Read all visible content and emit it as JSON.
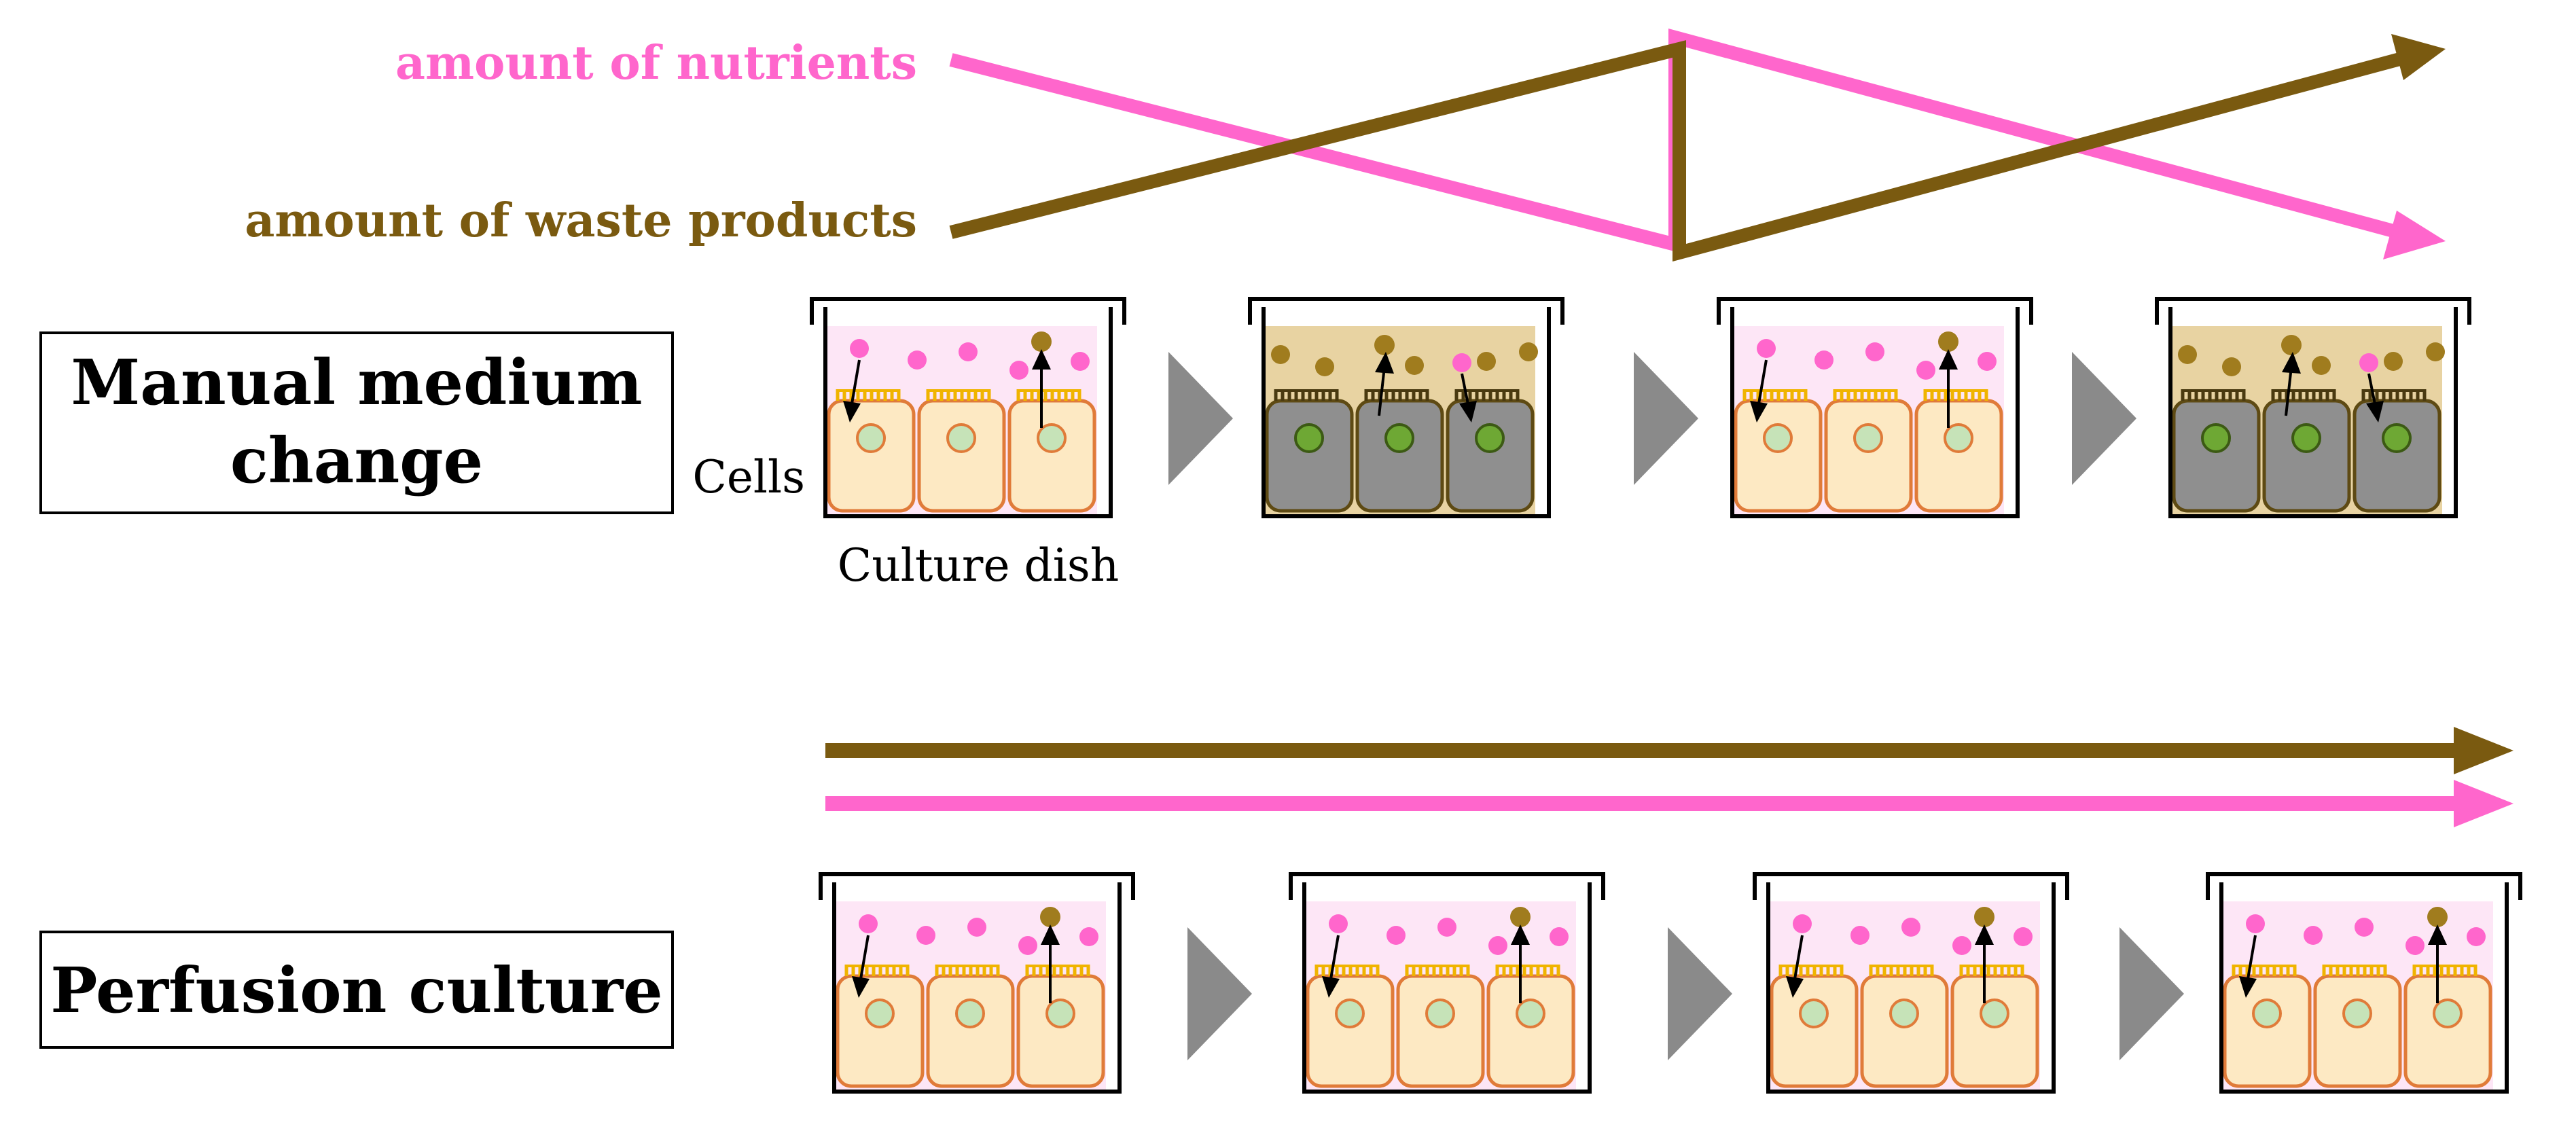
{
  "labels": {
    "nutrients": "amount of nutrients",
    "waste": "amount of waste products",
    "manual_line1": "Manual medium",
    "manual_line2": "change",
    "perfusion": "Perfusion culture",
    "cells": "Cells",
    "culture_dish": "Culture dish"
  },
  "colors": {
    "nutrient": "#ff66cc",
    "waste": "#7a5a10",
    "waste_dot": "#a07c1e",
    "fresh_medium": "#fde6f6",
    "spent_medium": "#e8d3a2",
    "healthy_cell": "#fde9c3",
    "healthy_cell_border": "#e07b39",
    "healthy_nucleus": "#c6e3b8",
    "stressed_cell": "#8f8f8f",
    "stressed_cell_border": "#5e4a13",
    "stressed_nucleus": "#6ea834",
    "microvilli_healthy": "#f0b400",
    "microvilli_stressed": "#4a3a10",
    "step_arrow": "#8a8a8a"
  },
  "manual_sequence": [
    "fresh",
    "spent",
    "fresh",
    "spent"
  ],
  "perfusion_sequence": [
    "fresh",
    "fresh",
    "fresh",
    "fresh"
  ]
}
